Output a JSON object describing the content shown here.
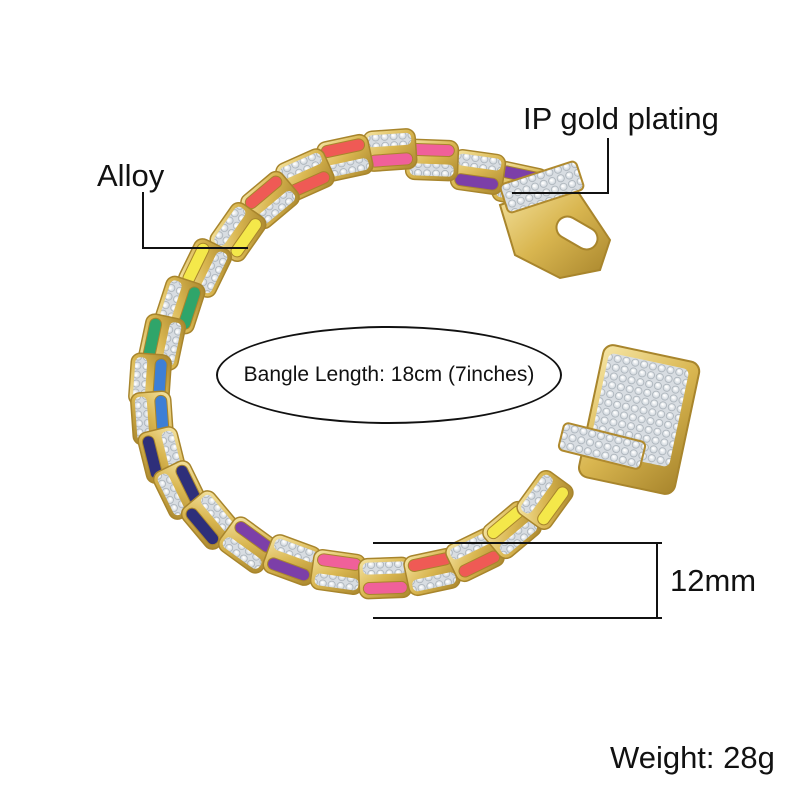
{
  "annotations": {
    "alloy": "Alloy",
    "plating": "IP gold plating",
    "length": "Bangle Length: 18cm (7inches)",
    "width": "12mm",
    "weight": "Weight: 28g"
  },
  "colors": {
    "gold": "#d9b650",
    "gold_dark": "#a8852c",
    "gold_light": "#f4e2a0",
    "stone": "#e9eef2",
    "enamel_yellow": "#f4e84a",
    "enamel_red": "#ef5a55",
    "enamel_pink": "#f0609a",
    "enamel_purple": "#7c3fa8",
    "enamel_green": "#2fa56a",
    "enamel_blue": "#3d7fd6",
    "enamel_navy": "#2e2f7a"
  }
}
